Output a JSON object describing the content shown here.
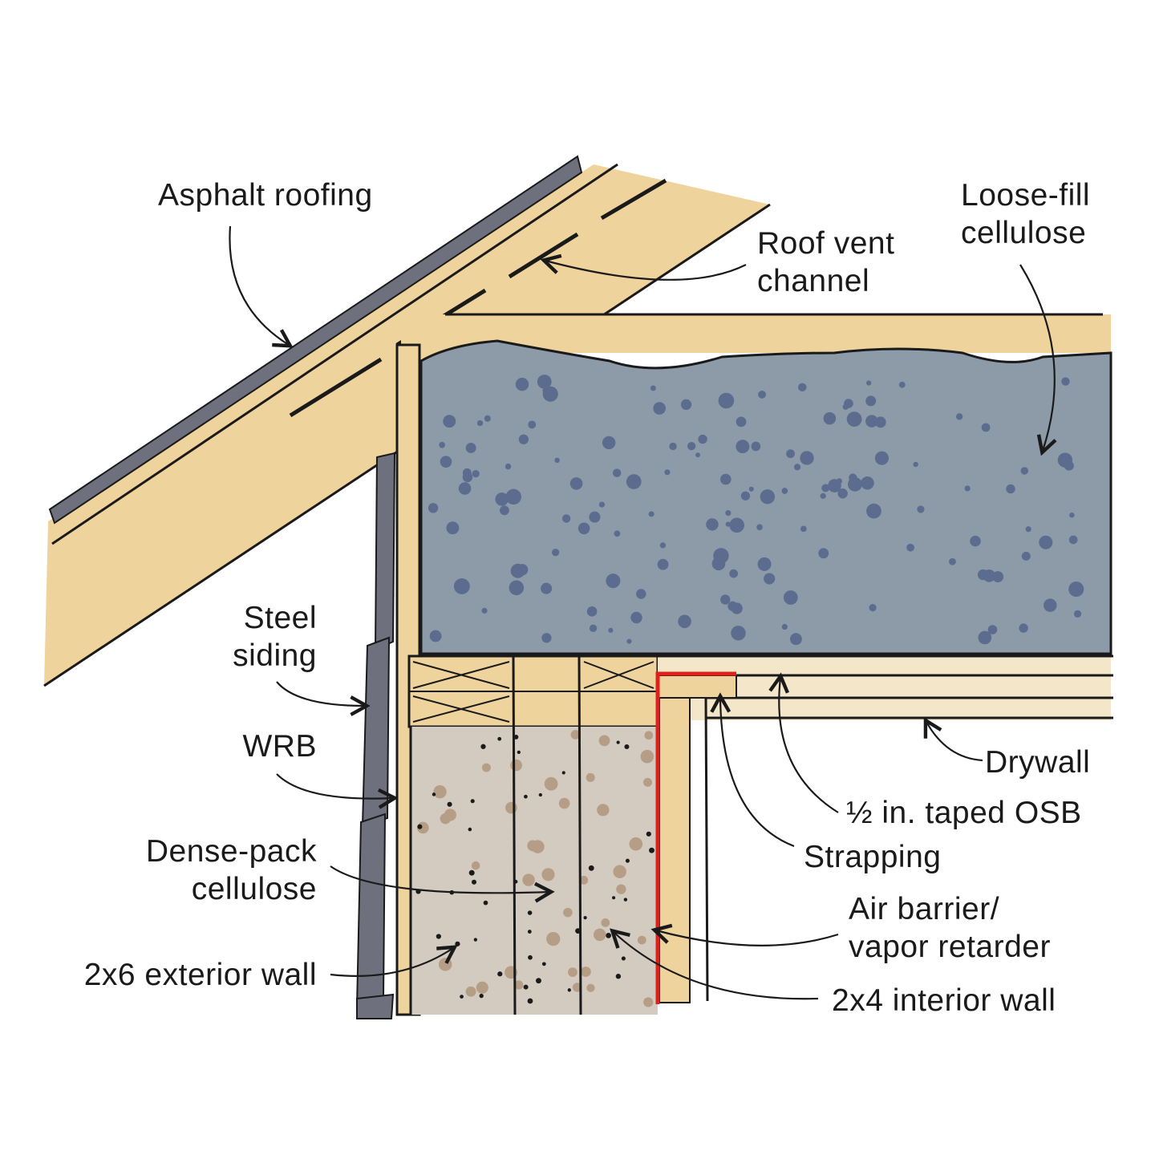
{
  "labels": {
    "asphalt_roofing": "Asphalt roofing",
    "roof_vent_channel": [
      "Roof vent",
      "channel"
    ],
    "loose_fill_cellulose": [
      "Loose-fill",
      "cellulose"
    ],
    "steel_siding": [
      "Steel",
      "siding"
    ],
    "wrb": "WRB",
    "dense_pack_cellulose": [
      "Dense-pack",
      "cellulose"
    ],
    "exterior_wall": "2x6 exterior wall",
    "drywall": "Drywall",
    "taped_osb": "½ in. taped OSB",
    "strapping": "Strapping",
    "air_barrier": [
      "Air barrier/",
      "vapor retarder"
    ],
    "interior_wall": "2x4 interior wall"
  },
  "colors": {
    "wood": "#efd39c",
    "shingle": "#6e717d",
    "loose_fill": "#8d9ba8",
    "loose_fill_dots": "#5b6c8e",
    "dense_pack": "#d3cac0",
    "dense_pack_dots": "#b59d86",
    "air_barrier": "#e0201b",
    "ink": "#1a1a1a"
  }
}
